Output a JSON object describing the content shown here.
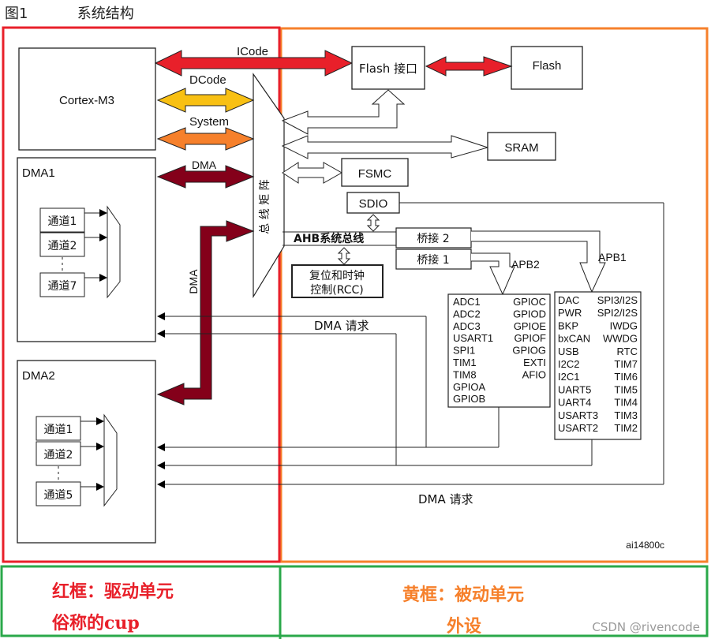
{
  "caption": {
    "figure": "图1",
    "title": "系统结构"
  },
  "colors": {
    "red_frame": "#e8202a",
    "orange_frame": "#f6802b",
    "green_frame": "#2aa84a",
    "icode_arrow": "#e8202a",
    "dcode_arrow": "#f8c013",
    "system_arrow": "#f6802b",
    "dma_arrow": "#84001a"
  },
  "blocks": {
    "cortex": "Cortex-M3",
    "dma1": "DMA1",
    "dma2": "DMA2",
    "flash_if": "Flash 接口",
    "flash": "Flash",
    "sram": "SRAM",
    "fsmc": "FSMC",
    "sdio": "SDIO",
    "bus_matrix": "总 线 矩 阵",
    "ahb": "AHB系统总线",
    "bridge2": "桥接 2",
    "bridge1": "桥接 1",
    "rcc_line1": "复位和时钟",
    "rcc_line2": "控制(RCC)",
    "apb2": "APB2",
    "apb1": "APB1",
    "diagram_id": "ai14800c"
  },
  "buses": {
    "icode": "ICode",
    "dcode": "DCode",
    "system": "System",
    "dma": "DMA",
    "dma_vertical": "DMA"
  },
  "dma_request_1": "DMA 请求",
  "dma_request_2": "DMA 请求",
  "dma1_channels": [
    "通道1",
    "通道2",
    "通道7"
  ],
  "dma2_channels": [
    "通道1",
    "通道2",
    "通道5"
  ],
  "apb2_left": [
    "ADC1",
    "ADC2",
    "ADC3",
    "USART1",
    "SPI1",
    "TIM1",
    "TIM8",
    "GPIOA",
    "GPIOB"
  ],
  "apb2_right": [
    "GPIOC",
    "GPIOD",
    "GPIOE",
    "GPIOF",
    "GPIOG",
    "EXTI",
    "AFIO"
  ],
  "apb1_left": [
    "DAC",
    "PWR",
    "BKP",
    "bxCAN",
    "USB",
    "I2C2",
    "I2C1",
    "UART5",
    "UART4",
    "USART3",
    "USART2"
  ],
  "apb1_right": [
    "SPI3/I2S",
    "SPI2/I2S",
    "IWDG",
    "WWDG",
    "RTC",
    "TIM7",
    "TIM6",
    "TIM5",
    "TIM4",
    "TIM3",
    "TIM2"
  ],
  "notes": {
    "red_line1": "红框：驱动单元",
    "red_line2": "俗称的cup",
    "orange_line1": "黄框：被动单元",
    "orange_line2": "外设"
  },
  "watermark": "CSDN @rivencode"
}
